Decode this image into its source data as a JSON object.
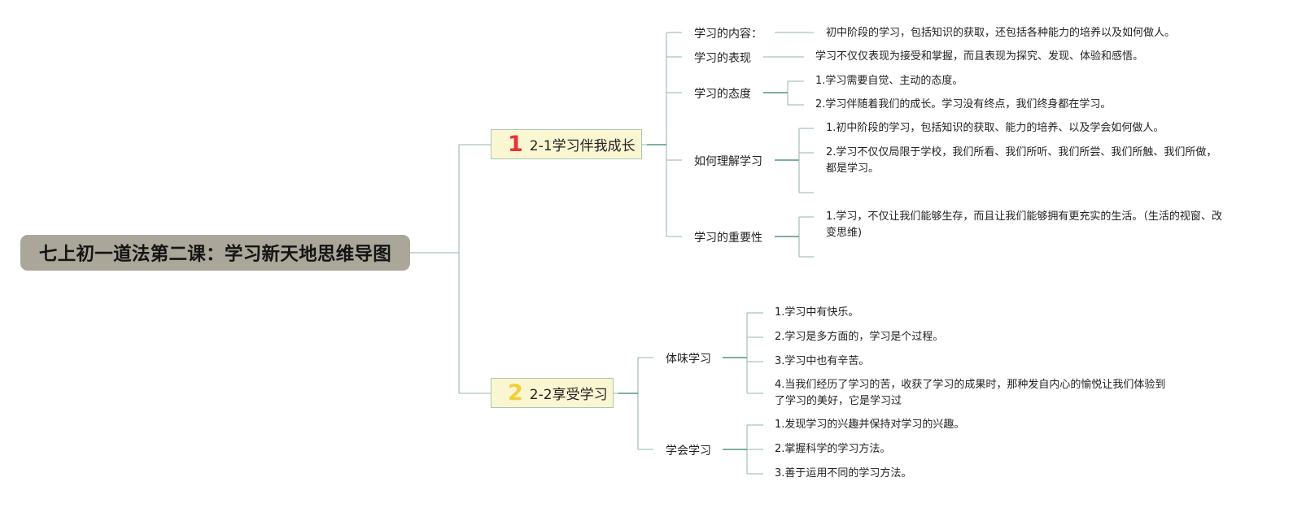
{
  "diagram": {
    "root": "七上初一道法第二课：学习新天地思维导图",
    "branch1": {
      "marker": "1",
      "marker_color": "#e8323a",
      "label": "2-1学习伴我成长",
      "topics": {
        "content": {
          "label": "学习的内容：",
          "items": [
            "初中阶段的学习，包括知识的获取，还包括各种能力的培养以及如何做人。"
          ]
        },
        "expression": {
          "label": "学习的表现",
          "items": [
            "学习不仅仅表现为接受和掌握，而且表现为探究、发现、体验和感悟。"
          ]
        },
        "attitude": {
          "label": "学习的态度",
          "items": [
            "1.学习需要自觉、主动的态度。",
            "2.学习伴随着我们的成长。学习没有终点，我们终身都在学习。"
          ]
        },
        "understand": {
          "label": "如何理解学习",
          "items": [
            "1.初中阶段的学习，包括知识的获取、能力的培养、以及学会如何做人。",
            "2.学习不仅仅局限于学校，我们所看、我们所听、我们所尝、我们所触、我们所做，都是学习。"
          ]
        },
        "importance": {
          "label": "学习的重要性",
          "items": [
            "1.学习，不仅让我们能够生存，而且让我们能够拥有更充实的生活。（生活的视窗、改变思维)"
          ]
        }
      }
    },
    "branch2": {
      "marker": "2",
      "marker_color": "#f1cf3a",
      "label": "2-2享受学习",
      "topics": {
        "experience": {
          "label": "体味学习",
          "items": [
            "1.学习中有快乐。",
            "2.学习是多方面的，学习是个过程。",
            "3.学习中也有辛苦。",
            "4.当我们经历了学习的苦，收获了学习的成果时，那种发自内心的愉悦让我们体验到了学习的美好，它是学习过"
          ]
        },
        "learn": {
          "label": "学会学习",
          "items": [
            "1.发现学习的兴趣并保持对学习的兴趣。",
            "2.掌握科学的学习方法。",
            "3.善于运用不同的学习方法。"
          ]
        }
      }
    }
  }
}
